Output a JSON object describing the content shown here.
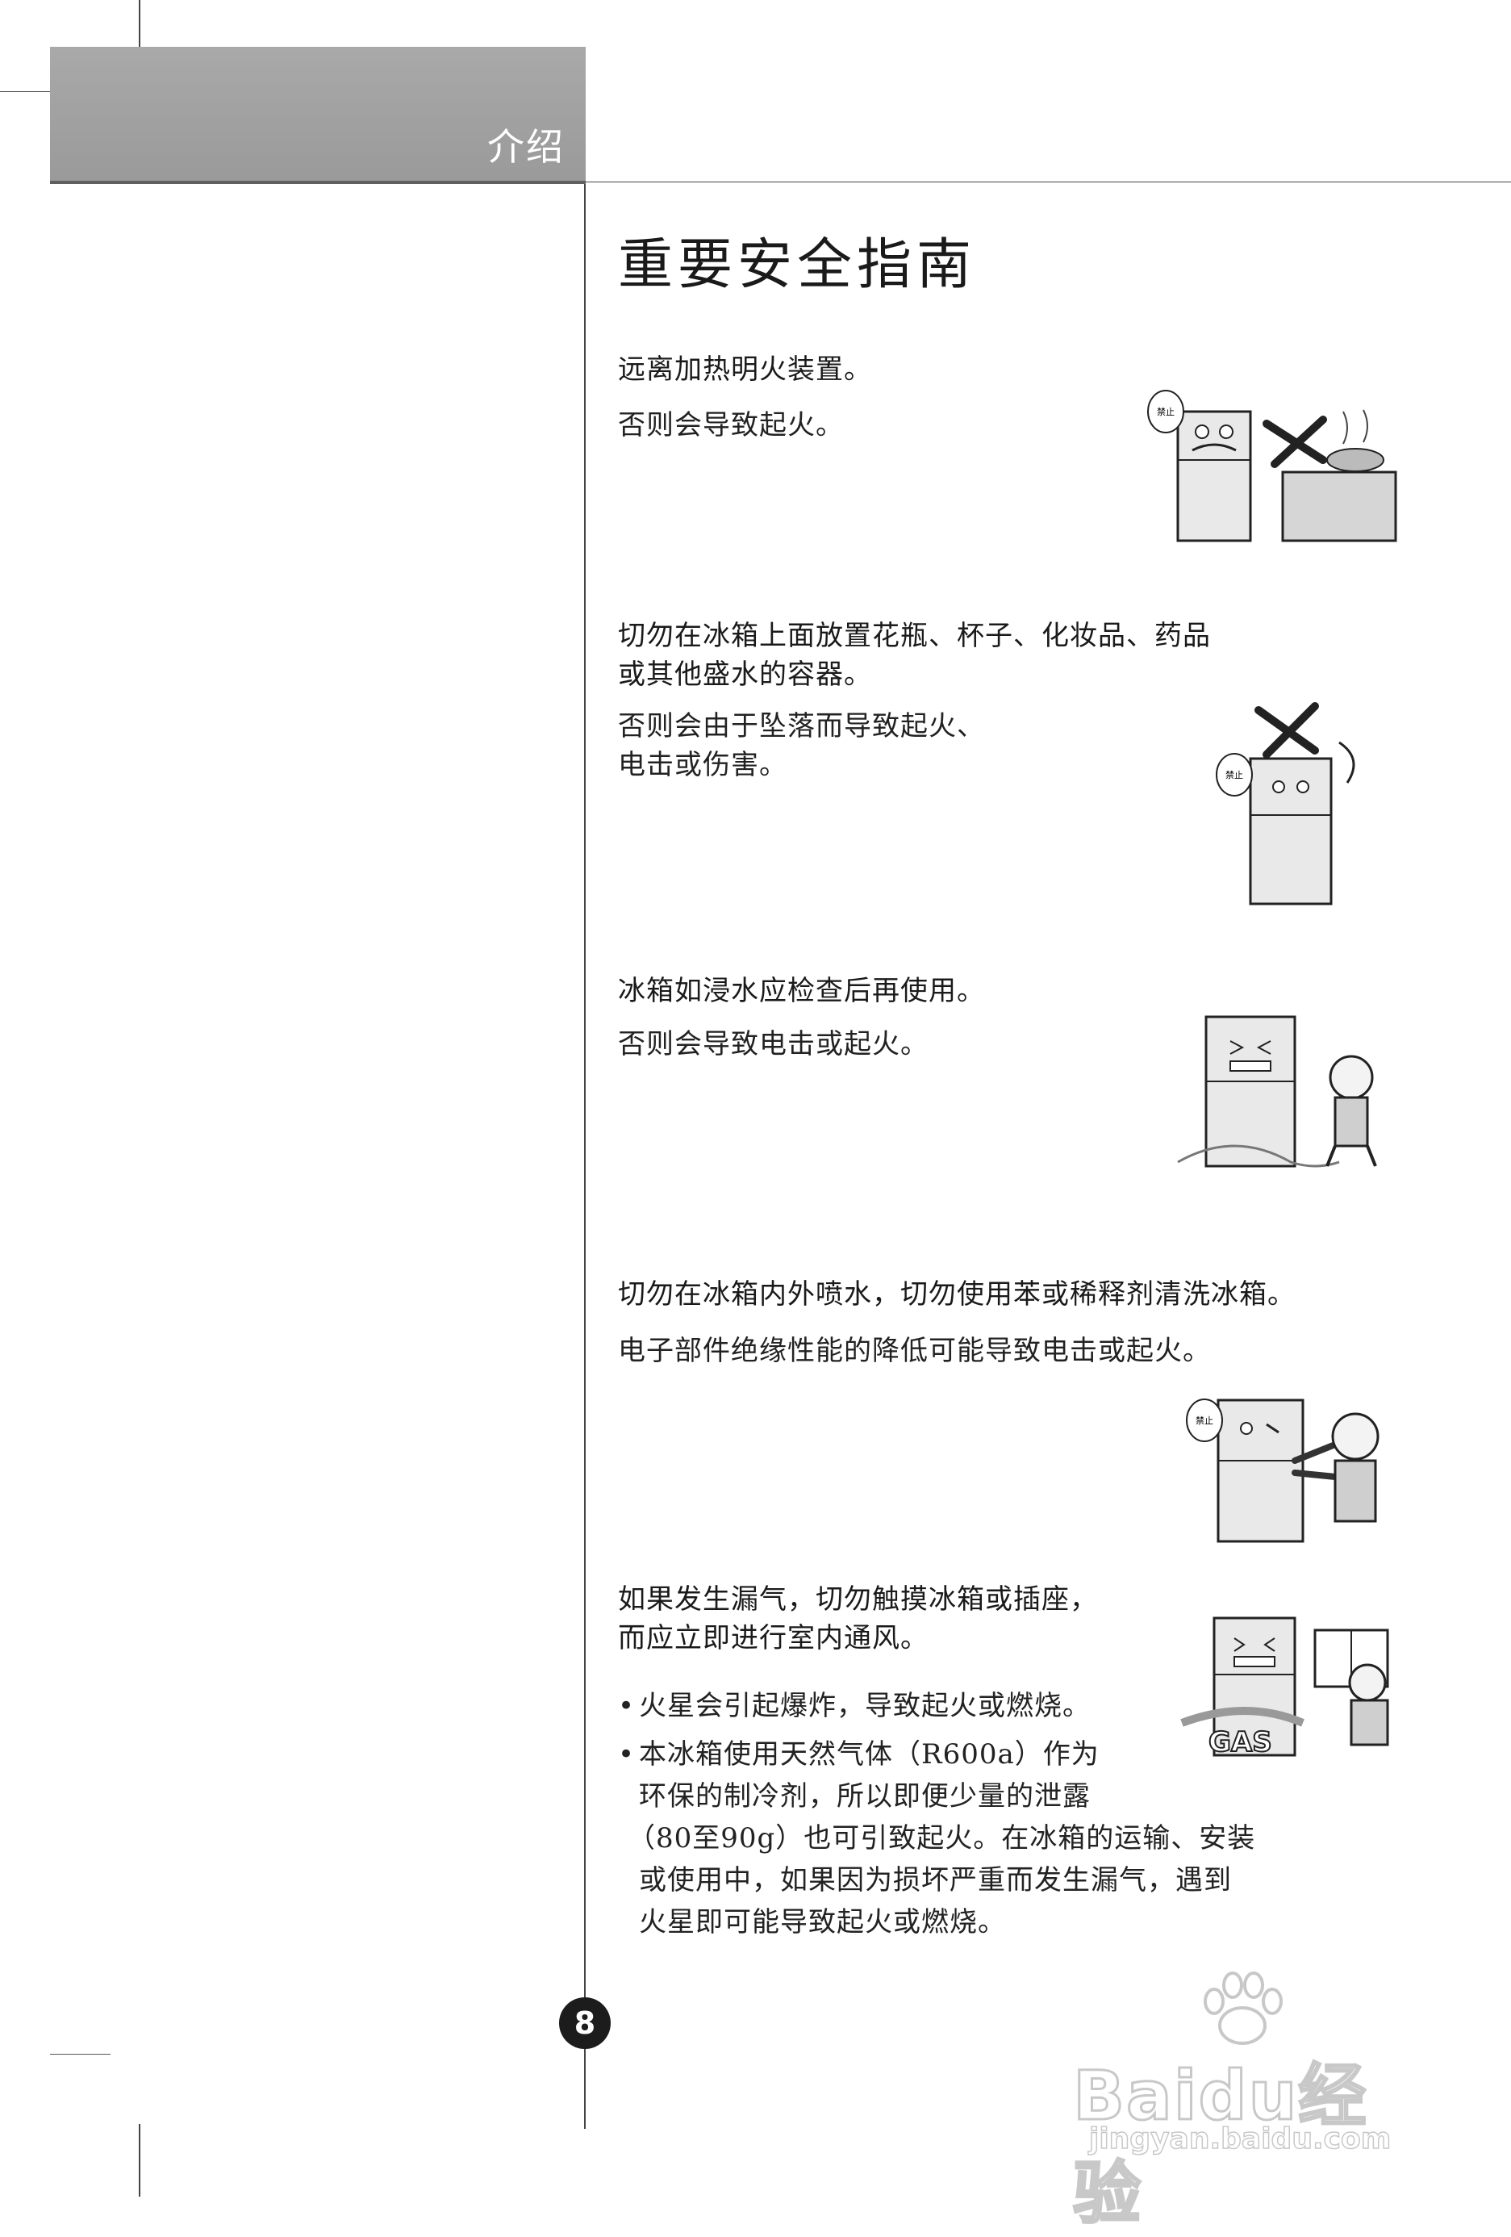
{
  "header": {
    "section_label": "介绍"
  },
  "page_title": "重要安全指南",
  "items": [
    {
      "heading": [
        "远离加热明火装置。"
      ],
      "body": [
        "否则会导致起火。"
      ]
    },
    {
      "heading": [
        "切勿在冰箱上面放置花瓶、杯子、化妆品、药品",
        "或其他盛水的容器。"
      ],
      "body": [
        "否则会由于坠落而导致起火、",
        "电击或伤害。"
      ]
    },
    {
      "heading": [
        "冰箱如浸水应检查后再使用。"
      ],
      "body": [
        "否则会导致电击或起火。"
      ]
    },
    {
      "heading": [
        "切勿在冰箱内外喷水，切勿使用苯或稀释剂清洗冰箱。"
      ],
      "body": [
        "电子部件绝缘性能的降低可能导致电击或起火。"
      ]
    },
    {
      "heading": [
        "如果发生漏气，切勿触摸冰箱或插座，",
        "而应立即进行室内通风。"
      ],
      "bullets": [
        {
          "lines": [
            "火星会引起爆炸，导致起火或燃烧。"
          ]
        },
        {
          "lines": [
            "本冰箱使用天然气体（R600a）作为",
            "环保的制冷剂，所以即便少量的泄露",
            "（80至90g）也可引致起火。在冰箱的运输、安装",
            "或使用中，如果因为损坏严重而发生漏气，遇到",
            "火星即可能导致起火或燃烧。"
          ]
        }
      ]
    }
  ],
  "illustrations": {
    "prohibit_sign": "禁止",
    "gas_sign": "GAS"
  },
  "page_number": "8",
  "watermark": {
    "main": "Baidu经验",
    "url": "jingyan.baidu.com"
  },
  "icons": {
    "bullet": "•"
  }
}
